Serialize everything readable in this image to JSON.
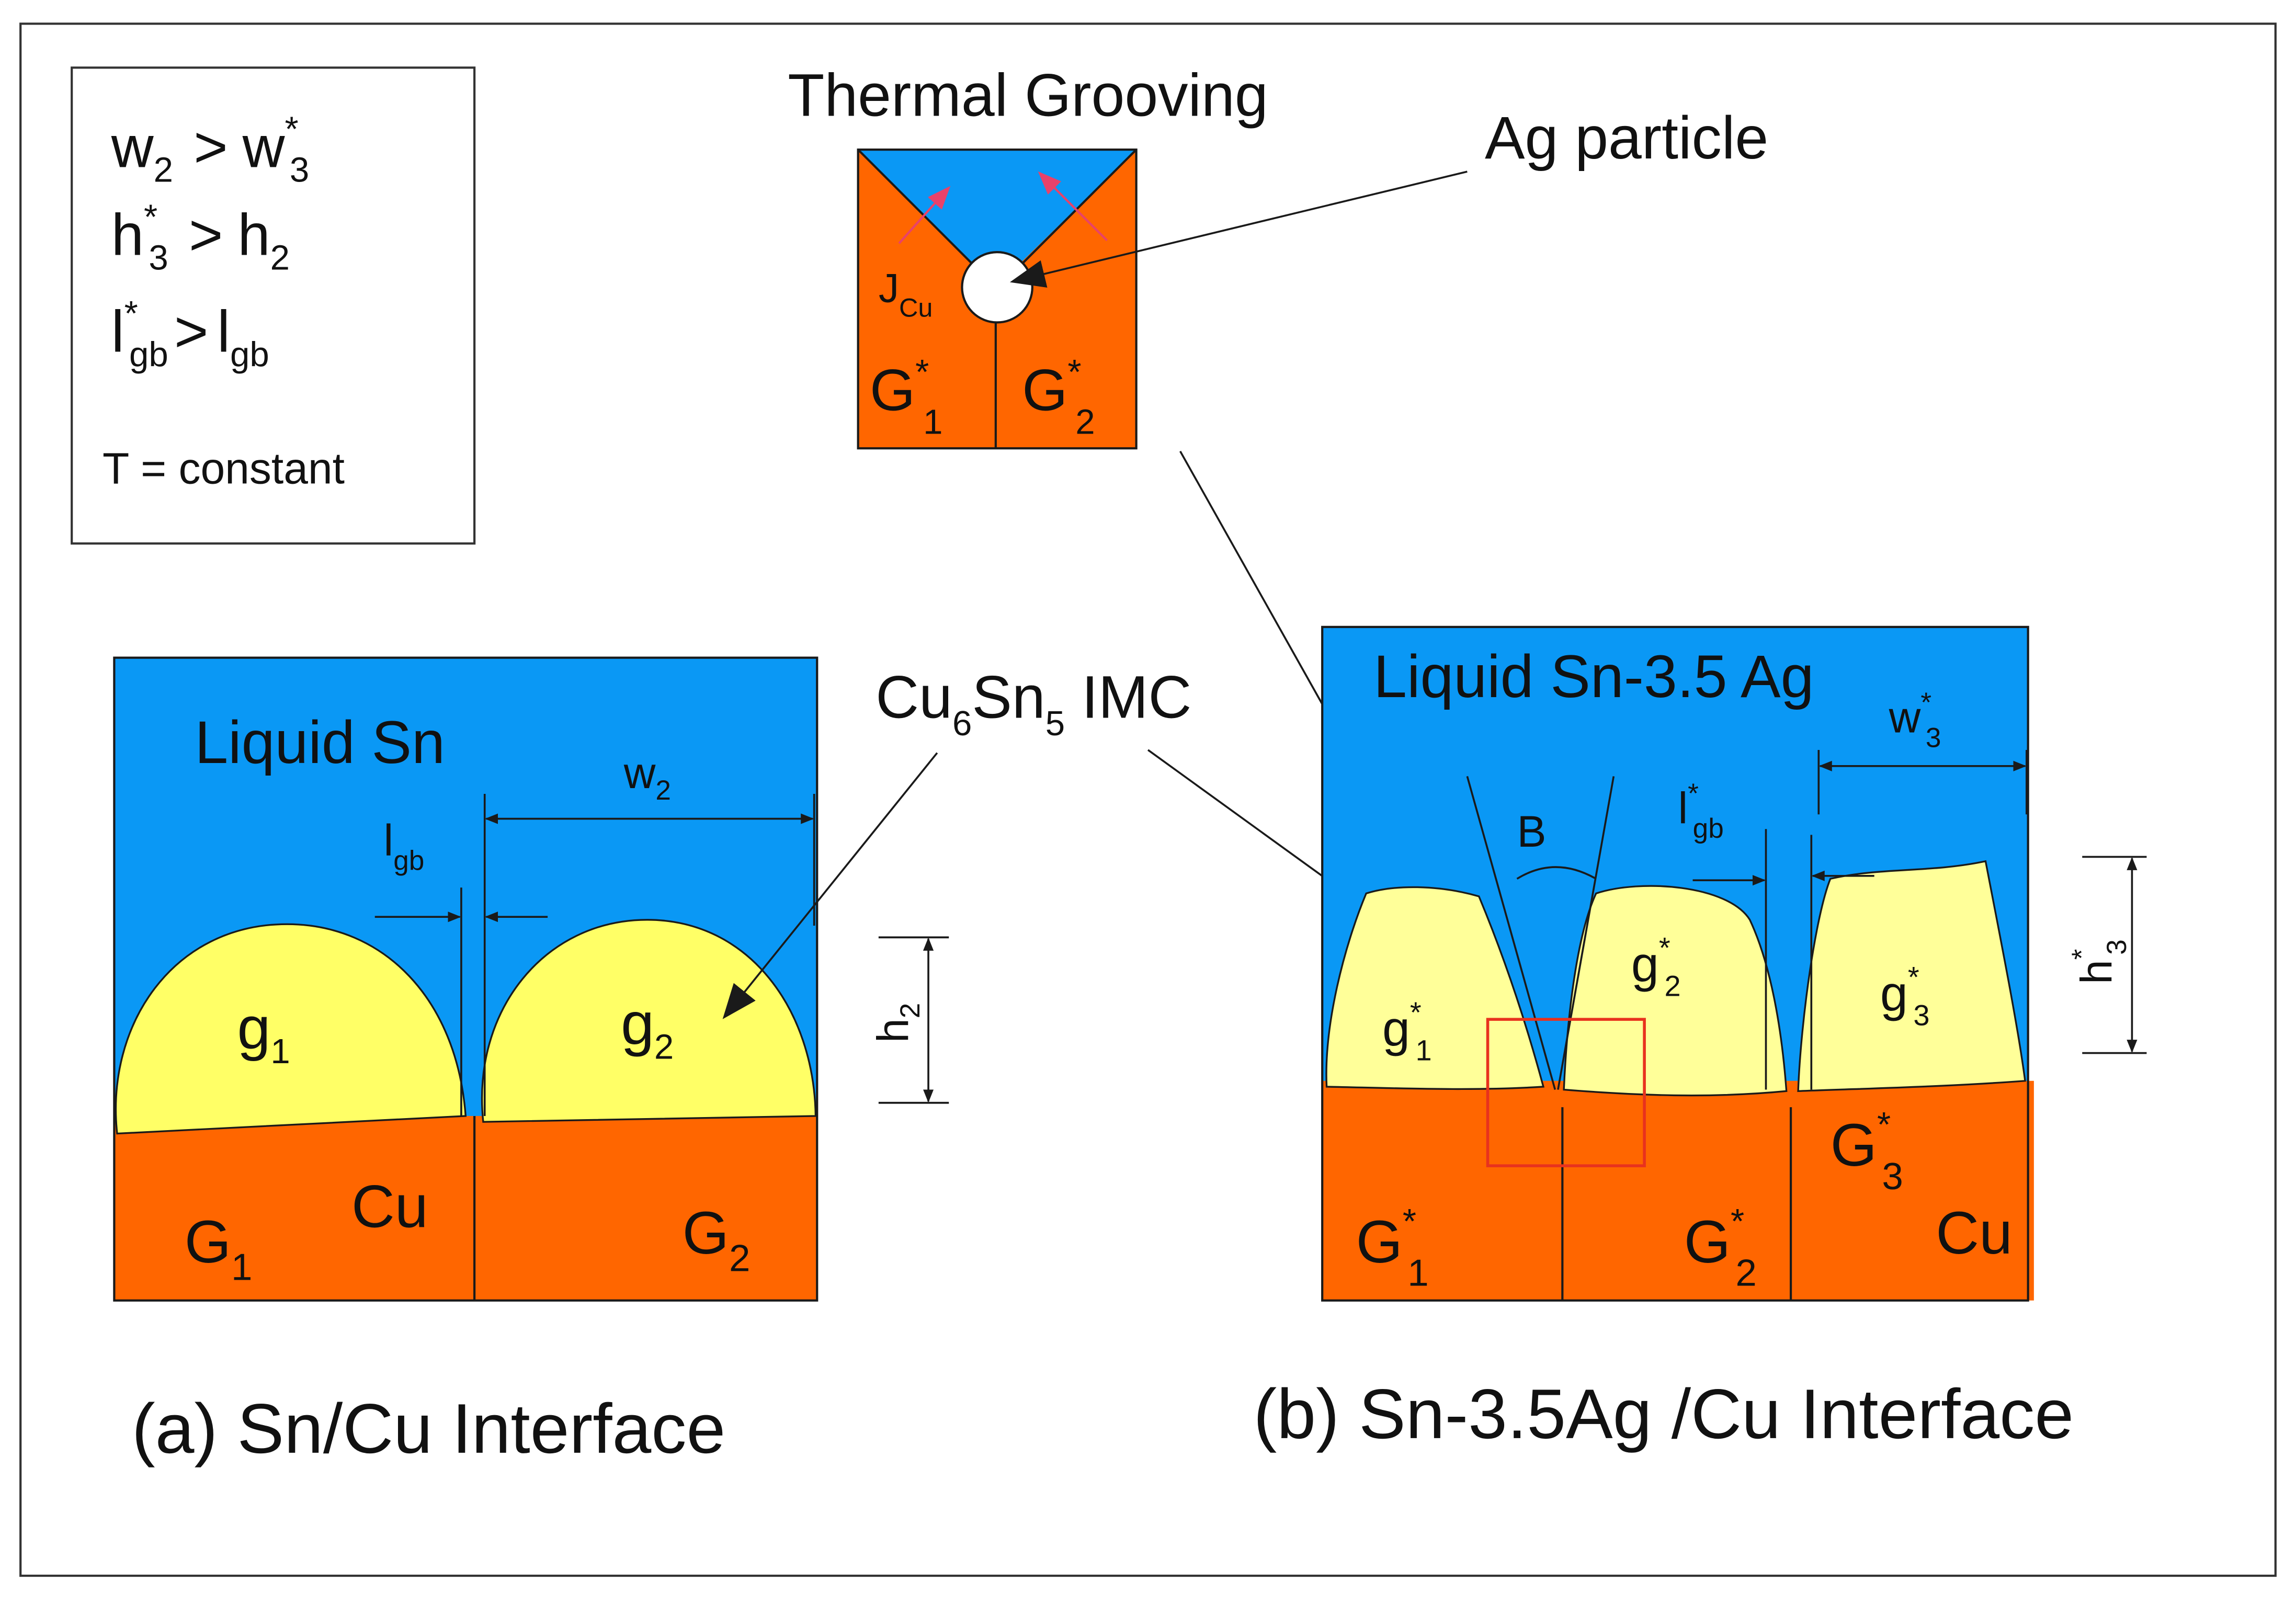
{
  "colors": {
    "liquid": "#0a98f5",
    "copper": "#ff6600",
    "imc": "#ffff66",
    "imc_b": "#ffff99",
    "line": "#1a1a1a",
    "flux_arrow": "#e8426a",
    "highlight_box": "#e8321e",
    "frame": "#333333"
  },
  "legend": {
    "line1": {
      "l_base": "w",
      "l_sub": "2",
      "op": ">",
      "r_base": "w",
      "r_sup": "*",
      "r_sub": "3"
    },
    "line2": {
      "l_base": "h",
      "l_sup": "*",
      "l_sub": "3",
      "op": ">",
      "r_base": "h",
      "r_sub": "2"
    },
    "line3": {
      "l_base": "l",
      "l_sup": "*",
      "l_sub": "gb",
      "op": ">",
      "r_base": "l",
      "r_sub": "gb"
    },
    "line4": "T = constant"
  },
  "inset": {
    "title": "Thermal Grooving",
    "particle_label": "Ag particle",
    "flux": {
      "base": "J",
      "sub": "Cu"
    },
    "grain1": {
      "base": "G",
      "sup": "*",
      "sub": "1"
    },
    "grain2": {
      "base": "G",
      "sup": "*",
      "sub": "2"
    }
  },
  "imc_label": {
    "p1": "Cu",
    "s1": "6",
    "p2": "Sn",
    "s2": "5",
    "p3": " IMC"
  },
  "panel_a": {
    "liquid": "Liquid Sn",
    "substrate": "Cu",
    "g1": {
      "base": "g",
      "sub": "1"
    },
    "g2": {
      "base": "g",
      "sub": "2"
    },
    "G1": {
      "base": "G",
      "sub": "1"
    },
    "G2": {
      "base": "G",
      "sub": "2"
    },
    "w": {
      "base": "w",
      "sub": "2"
    },
    "lgb": {
      "base": "l",
      "sub": "gb"
    },
    "h": {
      "base": "h",
      "sub": "2"
    },
    "caption": "(a) Sn/Cu Interface"
  },
  "panel_b": {
    "liquid": "Liquid Sn-3.5 Ag",
    "substrate": "Cu",
    "angle": "B",
    "g1": {
      "base": "g",
      "sup": "*",
      "sub": "1"
    },
    "g2": {
      "base": "g",
      "sup": "*",
      "sub": "2"
    },
    "g3": {
      "base": "g",
      "sup": "*",
      "sub": "3"
    },
    "G1": {
      "base": "G",
      "sup": "*",
      "sub": "1"
    },
    "G2": {
      "base": "G",
      "sup": "*",
      "sub": "2"
    },
    "G3": {
      "base": "G",
      "sup": "*",
      "sub": "3"
    },
    "w": {
      "base": "w",
      "sup": "*",
      "sub": "3"
    },
    "lgb": {
      "base": "l",
      "sup": "*",
      "sub": "gb"
    },
    "h": {
      "base": "h",
      "sup": "*",
      "sub": "3"
    },
    "caption": "(b) Sn-3.5Ag /Cu Interface"
  }
}
